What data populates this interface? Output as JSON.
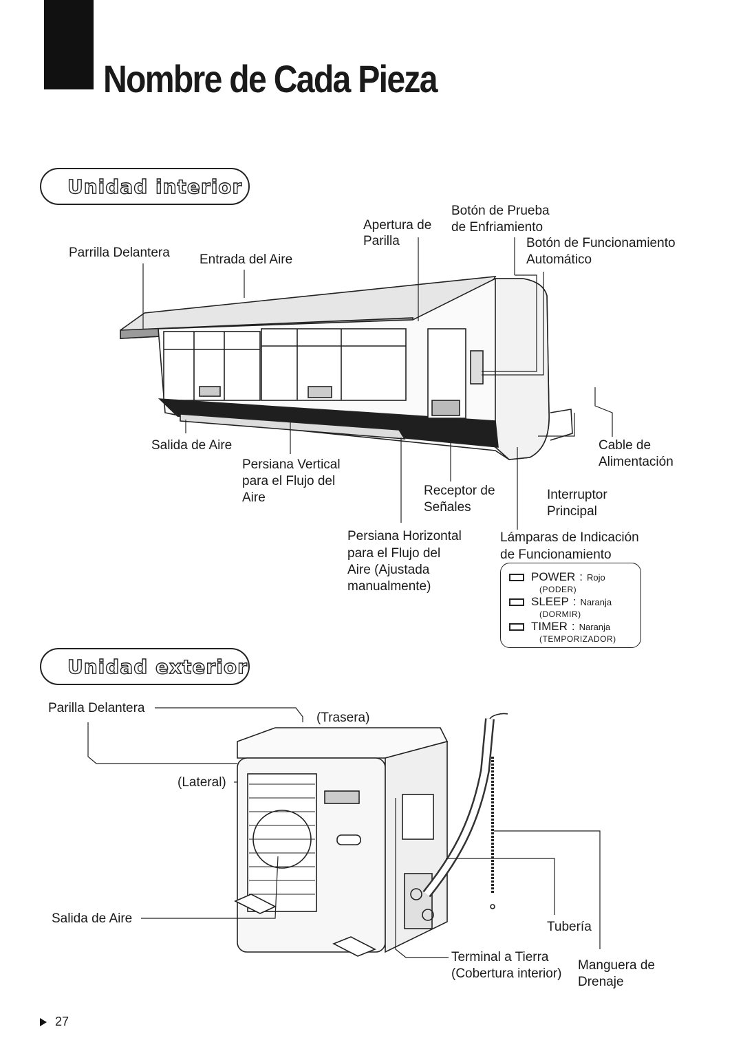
{
  "page": {
    "title": "Nombre de Cada Pieza",
    "page_number": "27"
  },
  "indoor": {
    "section_title": "Unidad interior",
    "labels": {
      "front_grille": "Parrilla Delantera",
      "air_intake": "Entrada del Aire",
      "grille_opening_line1": "Apertura de",
      "grille_opening_line2": "Parilla",
      "test_cooling_line1": "Botón de Prueba",
      "test_cooling_line2": "de Enfriamiento",
      "auto_button_line1": "Botón de Funcionamiento",
      "auto_button_line2": "Automático",
      "air_outlet": "Salida de Aire",
      "vertical_louver_line1": "Persiana Vertical",
      "vertical_louver_line2": "para el Flujo del",
      "vertical_louver_line3": "Aire",
      "receiver_line1": "Receptor de",
      "receiver_line2": "Señales",
      "power_cable_line1": "Cable de",
      "power_cable_line2": "Alimentación",
      "main_switch_line1": "Interruptor",
      "main_switch_line2": "Principal",
      "horizontal_louver_line1": "Persiana Horizontal",
      "horizontal_louver_line2": "para el Flujo del",
      "horizontal_louver_line3": "Aire (Ajustada",
      "horizontal_louver_line4": "manualmente)",
      "indicator_lamps_line1": "Lámparas de Indicación",
      "indicator_lamps_line2": "de Funcionamiento"
    },
    "lamps": [
      {
        "code": "POWER",
        "sep": ":",
        "color": "Rojo",
        "translation": "(PODER)"
      },
      {
        "code": "SLEEP",
        "sep": ":",
        "color": "Naranja",
        "translation": "(DORMIR)"
      },
      {
        "code": "TIMER",
        "sep": ":",
        "color": "Naranja",
        "translation": "(TEMPORIZADOR)"
      }
    ]
  },
  "outdoor": {
    "section_title": "Unidad exterior",
    "labels": {
      "front_grille": "Parilla Delantera",
      "rear": "(Trasera)",
      "side": "(Lateral)",
      "air_outlet": "Salida de Aire",
      "piping": "Tubería",
      "ground_terminal_line1": "Terminal a Tierra",
      "ground_terminal_line2": "(Cobertura interior)",
      "drain_hose_line1": "Manguera de",
      "drain_hose_line2": "Drenaje"
    }
  }
}
